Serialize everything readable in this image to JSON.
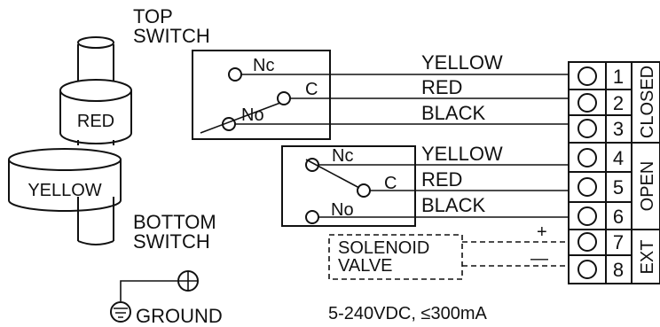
{
  "float_switch": {
    "top_heading": [
      "TOP",
      "SWITCH"
    ],
    "bottom_heading": [
      "BOTTOM",
      "SWITCH"
    ],
    "top_float_label": "RED",
    "bottom_float_label": "YELLOW"
  },
  "ground": {
    "label": "GROUND"
  },
  "top_switch": {
    "nc": "Nc",
    "c": "C",
    "no": "No"
  },
  "bottom_switch": {
    "nc": "Nc",
    "c": "C",
    "no": "No"
  },
  "wires": {
    "top": [
      "YELLOW",
      "RED",
      "BLACK"
    ],
    "bottom": [
      "YELLOW",
      "RED",
      "BLACK"
    ]
  },
  "terminals": [
    "1",
    "2",
    "3",
    "4",
    "5",
    "6",
    "7",
    "8"
  ],
  "groups": {
    "closed": "CLOSED",
    "open": "OPEN",
    "ext": "EXT"
  },
  "solenoid": {
    "lines": [
      "SOLENOID",
      "VALVE"
    ],
    "plus": "+",
    "minus": "—"
  },
  "rating": "5-240VDC, ≤300mA"
}
